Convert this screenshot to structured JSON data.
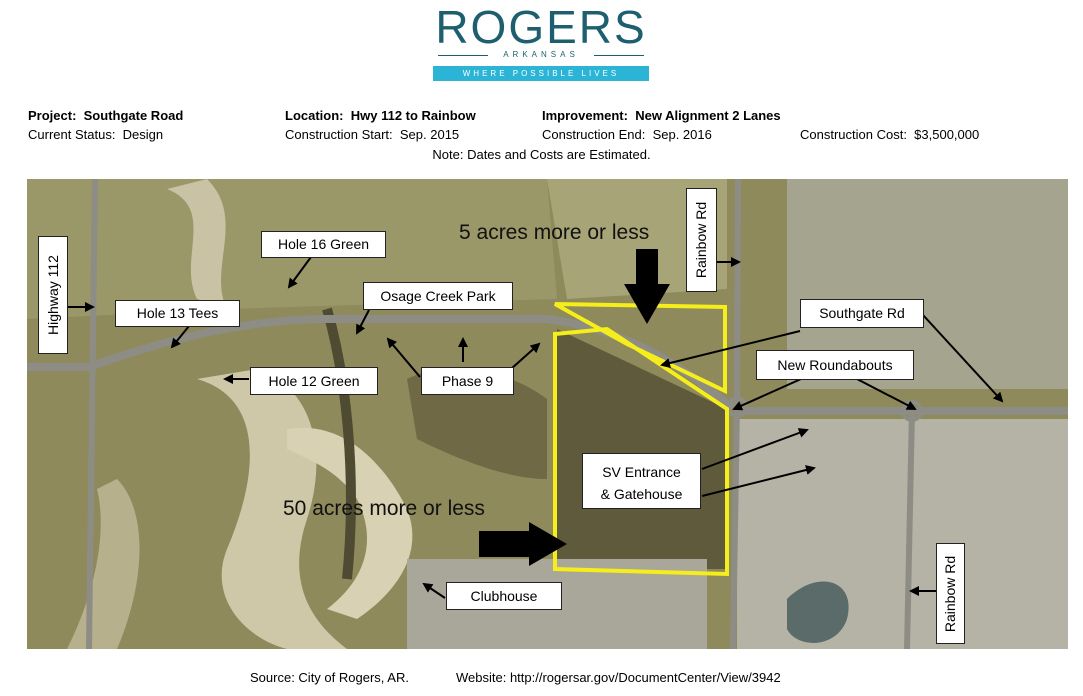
{
  "logo": {
    "wordmark": "ROGERS",
    "state": "ARKANSAS",
    "tagline": "WHERE POSSIBLE LIVES"
  },
  "header": {
    "project_label": "Project:",
    "project_value": "Southgate Road",
    "status_label": "Current Status:",
    "status_value": "Design",
    "location_label": "Location:",
    "location_value": "Hwy 112 to Rainbow",
    "start_label": "Construction Start:",
    "start_value": "Sep. 2015",
    "improvement_label": "Improvement:",
    "improvement_value": "New Alignment 2 Lanes",
    "end_label": "Construction End:",
    "end_value": "Sep. 2016",
    "cost_label": "Construction Cost:",
    "cost_value": "$3,500,000",
    "note": "Note:  Dates and Costs are Estimated."
  },
  "map": {
    "labels": {
      "highway_112": "Highway 112",
      "hole_16_green": "Hole 16 Green",
      "hole_13_tees": "Hole 13 Tees",
      "osage_creek_park": "Osage Creek Park",
      "hole_12_green": "Hole 12 Green",
      "phase_9": "Phase 9",
      "rainbow_rd_top": "Rainbow Rd",
      "southgate_rd": "Southgate Rd",
      "new_roundabouts": "New Roundabouts",
      "sv_entrance_line1": "SV Entrance",
      "sv_entrance_line2": "& Gatehouse",
      "clubhouse": "Clubhouse",
      "rainbow_rd_bottom": "Rainbow Rd"
    },
    "acres_small": "5 acres more or less",
    "acres_large": "50 acres more or less",
    "colors": {
      "boundary": "#f5ee1a",
      "arrow": "#000000",
      "road": "#8d8d86"
    }
  },
  "footer": {
    "source": "Source:  City of Rogers, AR.",
    "website": "Website:  http://rogersar.gov/DocumentCenter/View/3942"
  }
}
